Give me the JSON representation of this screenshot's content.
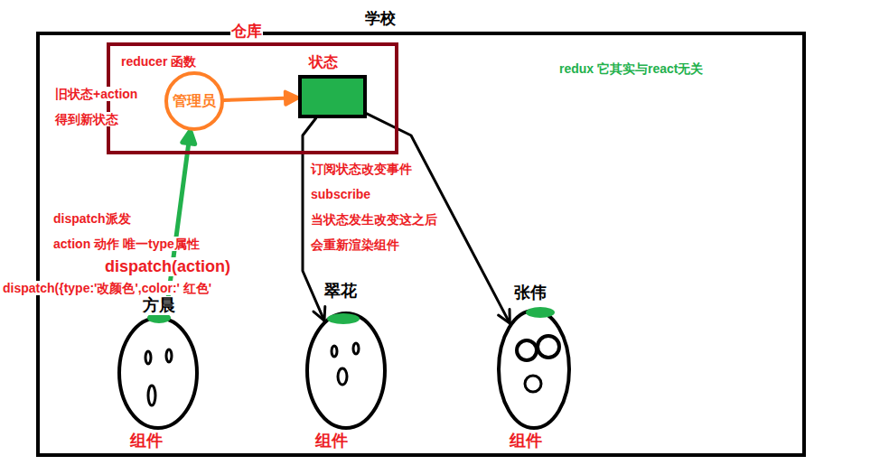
{
  "diagram": {
    "nodes": [
      {
        "text": [
          "学校"
        ]
      },
      {
        "text": [
          "仓库",
          "reducer 函数"
        ],
        "in": 0
      },
      {
        "text": [
          "管理员"
        ],
        "in": 1
      },
      {
        "text": [
          "状态"
        ],
        "in": 1
      },
      {
        "text": [
          "方晨",
          "组件"
        ],
        "in": 0
      },
      {
        "text": [
          "翠花",
          "组件"
        ],
        "in": 0
      },
      {
        "text": [
          "张伟",
          "组件"
        ],
        "in": 0
      }
    ],
    "edges": [
      {
        "from": 2,
        "to": 3,
        "arrow": "to"
      },
      {
        "from": 4,
        "to": 2,
        "arrow": "to"
      },
      {
        "from": 3,
        "to": 5,
        "arrow": "to"
      },
      {
        "from": 3,
        "to": 6,
        "arrow": "to"
      }
    ],
    "labels": [
      "旧状态+action",
      "得到新状态",
      "dispatch派发",
      "action 动作 唯一type属性",
      "dispatch(action)",
      "dispatch({type:'改颜色',color:' 红色'",
      "订阅状态改变事件",
      "subscribe",
      "当状态发生改变这之后",
      "会重新渲染组件",
      "redux 它其实与react无关"
    ]
  }
}
